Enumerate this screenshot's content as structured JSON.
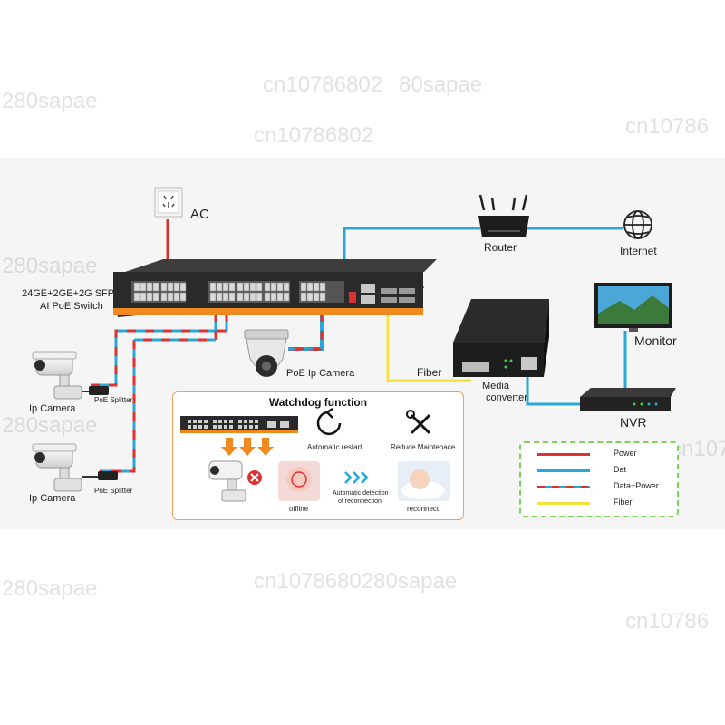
{
  "watermarks": [
    "280sapae",
    "cn10786802",
    "80sapae",
    "cn10786",
    "280sapae",
    "cn1078680280sapae",
    "cn1078680280sapae",
    "cn10786",
    "280sapae",
    "cn1078680280sapae",
    "cn10786",
    "cn10786802"
  ],
  "labels": {
    "ac": "AC",
    "router": "Router",
    "internet": "Internet",
    "switch_line1": "24GE+2GE+2G SFP",
    "switch_line2": "AI PoE Switch",
    "poe_camera": "PoE Ip Camera",
    "monitor": "Monitor",
    "fiber": "Fiber",
    "media_converter_1": "Media",
    "media_converter_2": "converter",
    "nvr": "NVR",
    "ip_camera_1": "Ip Camera",
    "ip_camera_2": "Ip Camera",
    "poe_splitter_1": "PoE Splitter",
    "poe_splitter_2": "PoE Splitter"
  },
  "watchdog": {
    "title": "Watchdog function",
    "auto_restart": "Automatic restart",
    "reduce_maintenance": "Reduce Maintenace",
    "offline": "offline",
    "detection_1": "Automatic detection",
    "detection_2": "of reconnection",
    "reconnect": "reconnect"
  },
  "legend": [
    {
      "label": "Power",
      "color": "#e03131"
    },
    {
      "label": "Dat",
      "color": "#2aa6d8"
    },
    {
      "label": "Data+Power",
      "color": "mixed"
    },
    {
      "label": "Fiber",
      "color": "#f5e23a"
    }
  ],
  "colors": {
    "power": "#e03131",
    "data": "#2aa6d8",
    "fiber": "#f5e23a",
    "accent": "#f08a1e"
  }
}
